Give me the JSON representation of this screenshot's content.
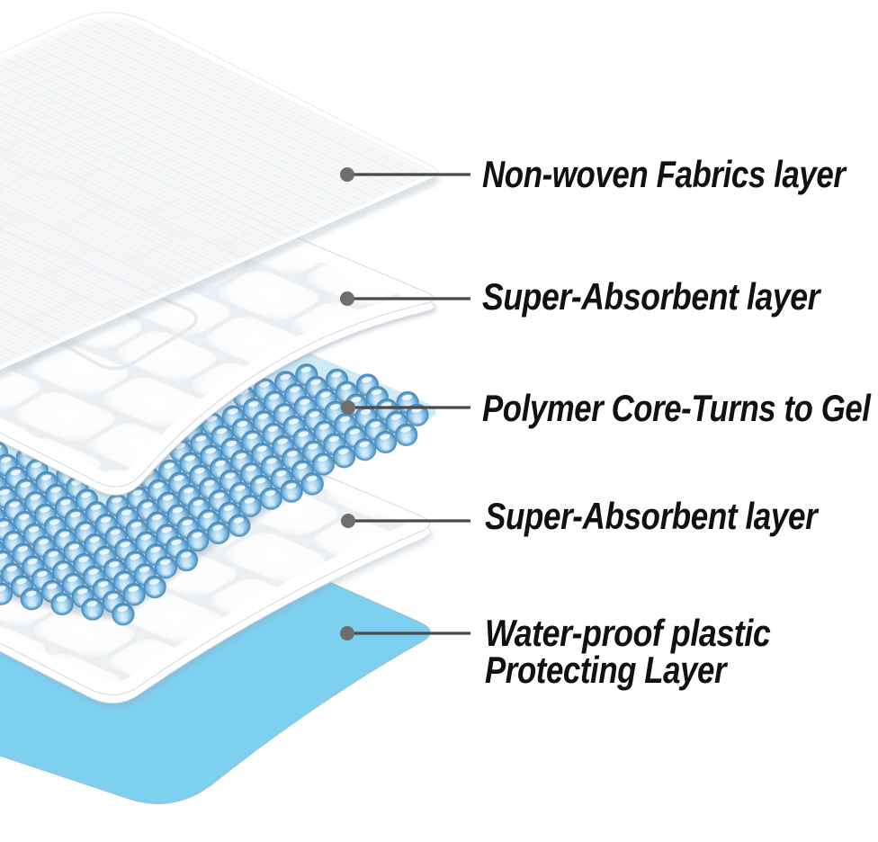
{
  "figure": {
    "type": "exploded-layer-diagram",
    "subject": "Absorbent pad layer structure",
    "background": "#ffffff"
  },
  "labels": [
    {
      "id": "non-woven-fabrics",
      "text": "Non-woven Fabrics layer"
    },
    {
      "id": "super-absorbent-top",
      "text": "Super-Absorbent layer"
    },
    {
      "id": "polymer-core",
      "text": "Polymer Core-Turns to Gel"
    },
    {
      "id": "super-absorbent-bottom",
      "text": "Super-Absorbent layer"
    },
    {
      "id": "waterproof-plastic",
      "text": "Water-proof plastic\nProtecting Layer",
      "lines": [
        "Water-proof plastic",
        "Protecting Layer"
      ]
    }
  ],
  "colors": {
    "label_text": "#111111",
    "leader_line": "#4a4a4a",
    "leader_dot": "#6e6e6e",
    "waterproof_sheet": "#7ed0f1",
    "bead_blue_dark": "#4489ba",
    "bead_blue_mid": "#a7d6ef",
    "bead_backing": "#cfe9f6",
    "quilt_seam": "#e9edf0",
    "quilt_bump": "#ffffff"
  }
}
